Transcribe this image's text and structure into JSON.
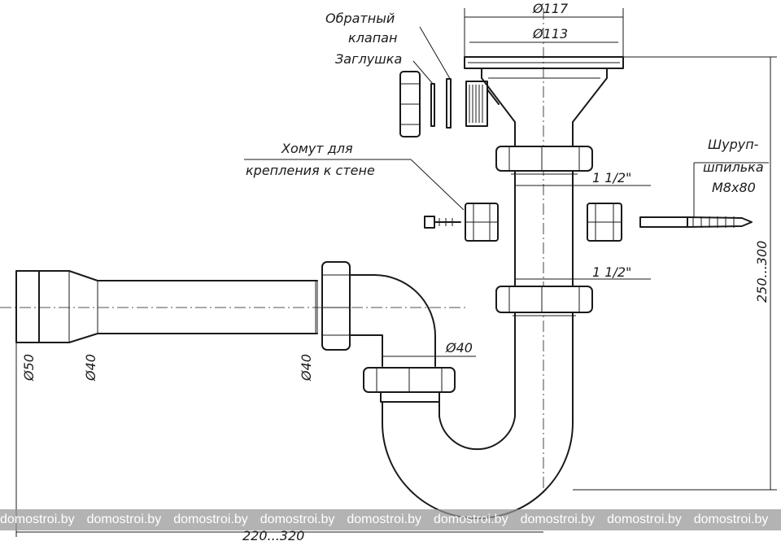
{
  "labels": {
    "check_valve_line1": "Обратный",
    "check_valve_line2": "клапан",
    "plug": "Заглушка",
    "clamp_line1": "Хомут для",
    "clamp_line2": "крепления к стене",
    "screw_line1": "Шуруп-",
    "screw_line2": "шпилька",
    "screw_line3": "М8х80"
  },
  "dimensions": {
    "d117": "Ø117",
    "d113": "Ø113",
    "thread_upper": "1 1/2\"",
    "thread_lower": "1 1/2\"",
    "d40_trap": "Ø40",
    "d50": "Ø50",
    "d40_left": "Ø40",
    "d40_right": "Ø40",
    "height": "250...300",
    "length": "220...320"
  },
  "watermark": {
    "text": "domostroi.by",
    "repeat": 9,
    "color": "#969696"
  }
}
